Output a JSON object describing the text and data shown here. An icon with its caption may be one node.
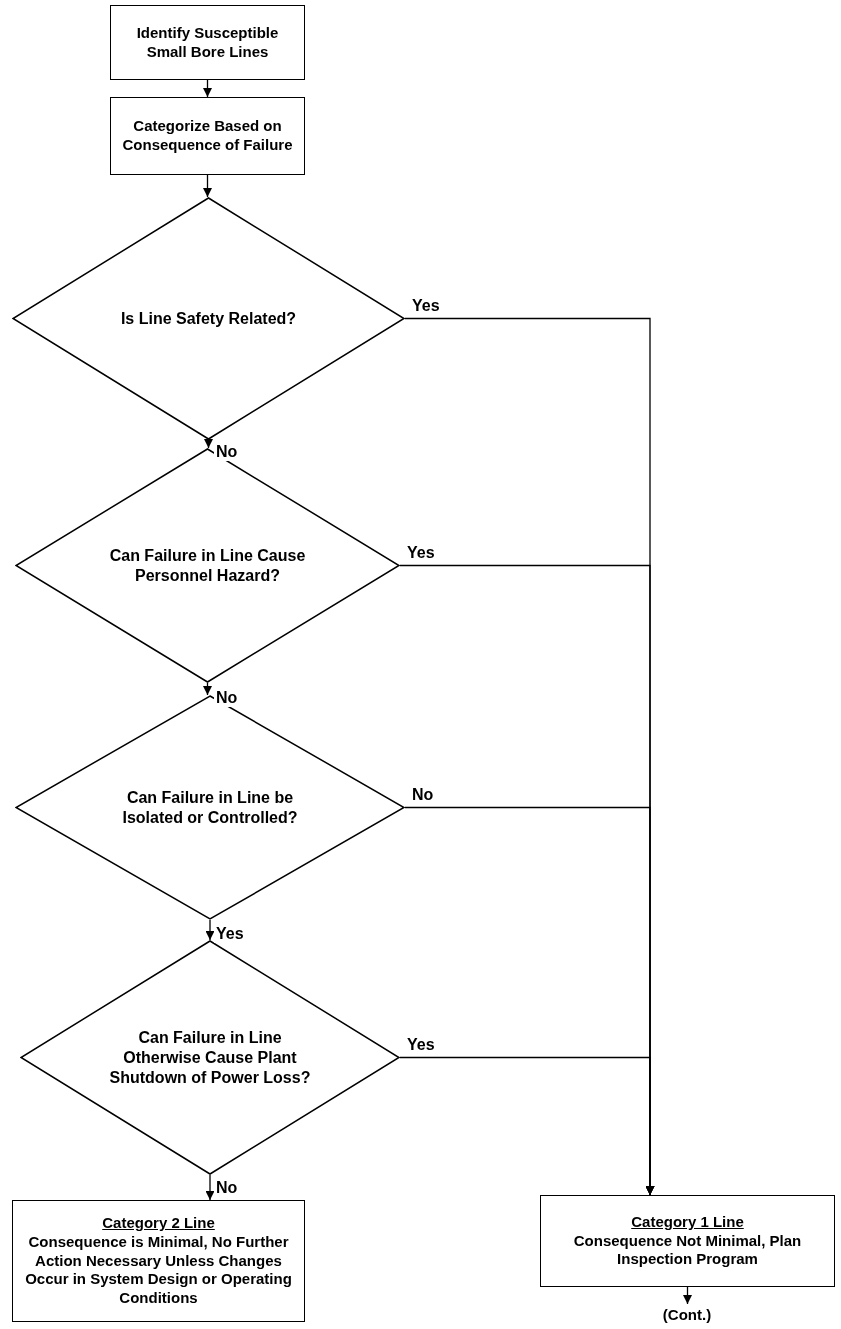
{
  "diagram": {
    "nodes": [
      {
        "text": [
          "Identify Susceptible Small Bore Lines"
        ]
      },
      {
        "text": [
          "Categorize Based on Consequence of Failure"
        ]
      },
      {
        "text": [
          "Is Line Safety Related?"
        ]
      },
      {
        "text": [
          "Can Failure in Line Cause Personnel Hazard?"
        ]
      },
      {
        "text": [
          "Can Failure in Line be Isolated or Controlled?"
        ]
      },
      {
        "text": [
          "Can Failure in Line Otherwise Cause Plant Shutdown of Power Loss?"
        ]
      },
      {
        "text": [
          "Category 2 Line",
          "Consequence is Minimal, No Further Action Necessary Unless Changes Occur in System Design or Operating Conditions"
        ]
      },
      {
        "text": [
          "Category 1 Line",
          "Consequence Not Minimal, Plan Inspection Program"
        ]
      },
      {
        "text": [
          "(Cont.)"
        ]
      }
    ],
    "edges": [
      {
        "from": 0,
        "to": 1,
        "arrow": "to"
      },
      {
        "from": 1,
        "to": 2,
        "arrow": "to"
      },
      {
        "from": 2,
        "to": 3,
        "arrow": "to",
        "label": "No"
      },
      {
        "from": 3,
        "to": 4,
        "arrow": "to",
        "label": "No"
      },
      {
        "from": 4,
        "to": 5,
        "arrow": "to",
        "label": "Yes"
      },
      {
        "from": 5,
        "to": 6,
        "arrow": "to",
        "label": "No"
      },
      {
        "from": 2,
        "to": 7,
        "arrow": "to",
        "label": "Yes"
      },
      {
        "from": 3,
        "to": 7,
        "arrow": "to",
        "label": "Yes"
      },
      {
        "from": 4,
        "to": 7,
        "arrow": "to",
        "label": "No"
      },
      {
        "from": 5,
        "to": 7,
        "arrow": "to",
        "label": "Yes"
      },
      {
        "from": 7,
        "to": 8,
        "arrow": "to"
      }
    ]
  }
}
